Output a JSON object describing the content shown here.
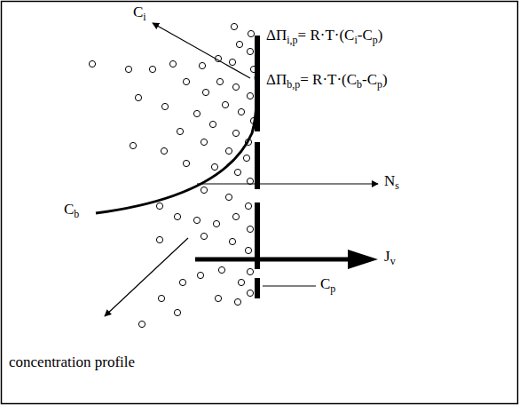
{
  "diagram": {
    "labels": [
      "C",
      "i",
      "ΔΠ",
      "i,p",
      "= R·T·(C",
      "i",
      "-C",
      "p",
      ")",
      "ΔΠ",
      "b,p",
      "= R·T·(C",
      "b",
      "-C",
      "p",
      ")",
      "N",
      "s",
      "J",
      "v",
      "C",
      "p",
      "C",
      "b",
      "concentration profile"
    ]
  }
}
